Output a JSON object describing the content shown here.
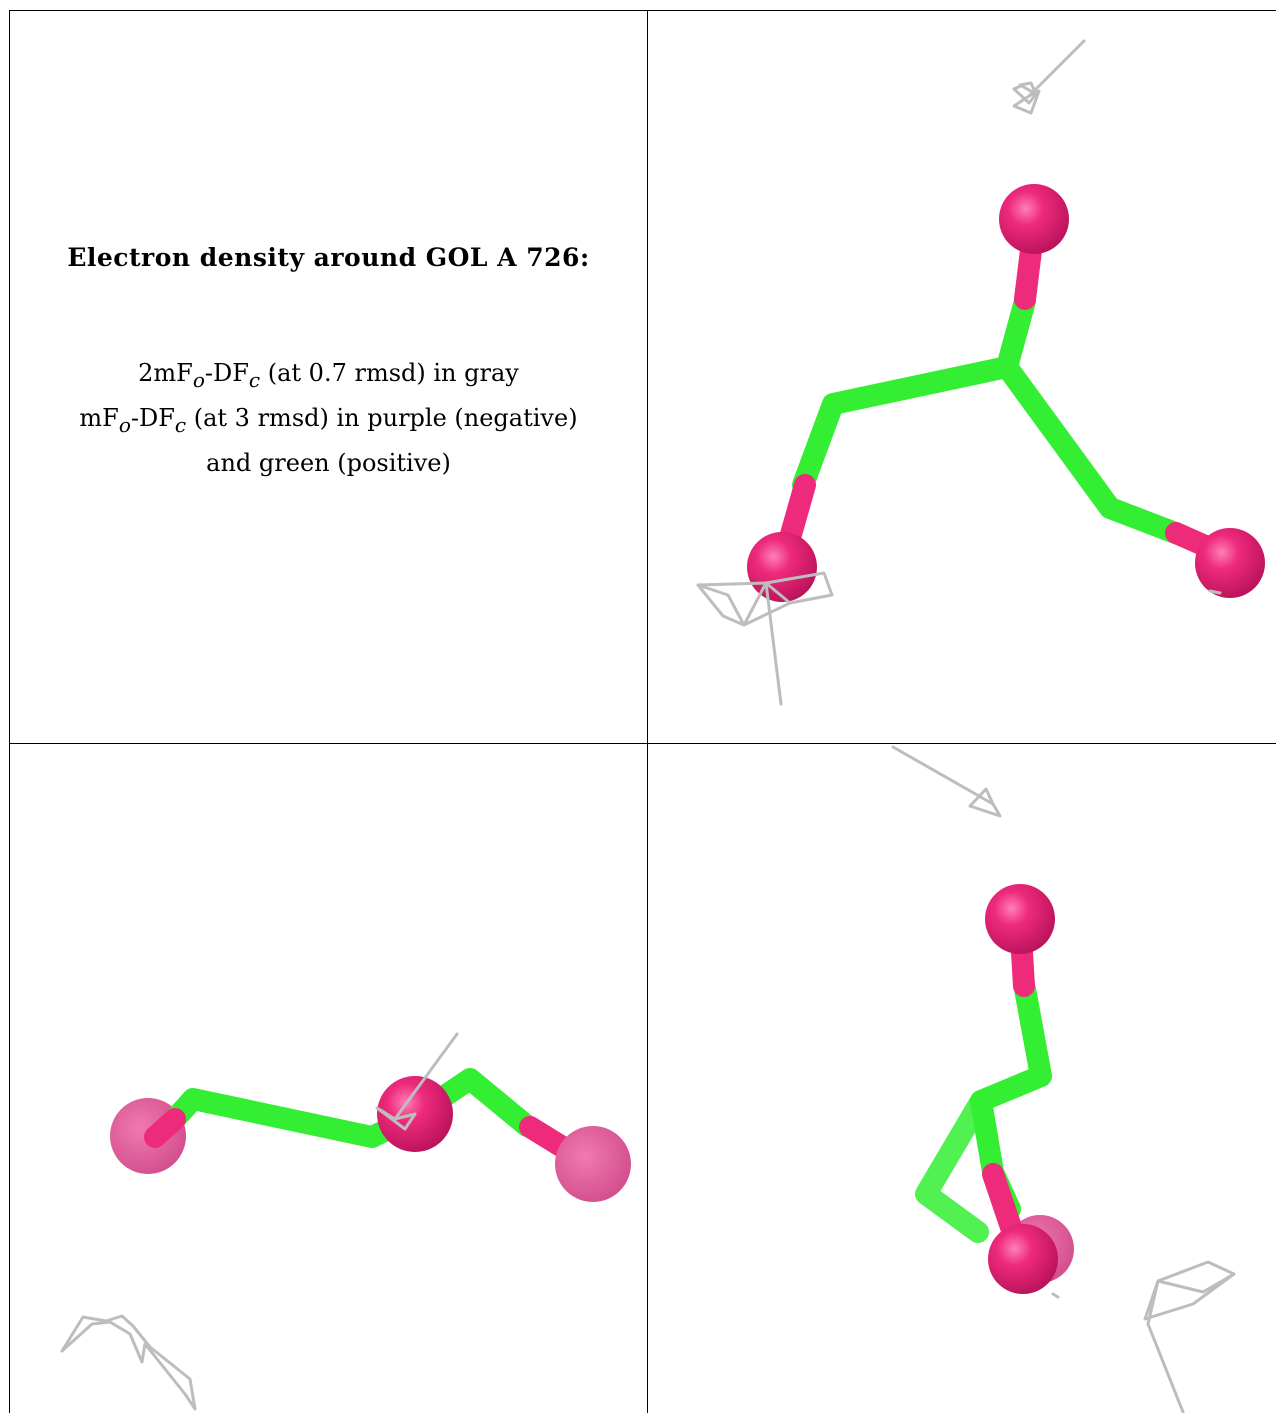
{
  "caption": {
    "title": "Electron density around GOL A 726:",
    "line1_prefix": "2mF",
    "line1_sub1": "o",
    "line1_mid": "-DF",
    "line1_sub2": "c",
    "line1_suffix": " (at 0.7 rmsd) in gray",
    "line2_prefix": "mF",
    "line2_sub1": "o",
    "line2_mid": "-DF",
    "line2_sub2": "c",
    "line2_suffix": " (at 3 rmsd) in purple (negative)",
    "line3": "and green (positive)"
  },
  "colors": {
    "carbon_stick": "#33ee33",
    "oxygen_atom": "#ee2a7b",
    "density_mesh_2fofc": "#bdbdbd",
    "grid_lines": "#000000"
  },
  "views": [
    {
      "name": "view-top-right"
    },
    {
      "name": "view-bottom-left"
    },
    {
      "name": "view-bottom-right"
    }
  ]
}
